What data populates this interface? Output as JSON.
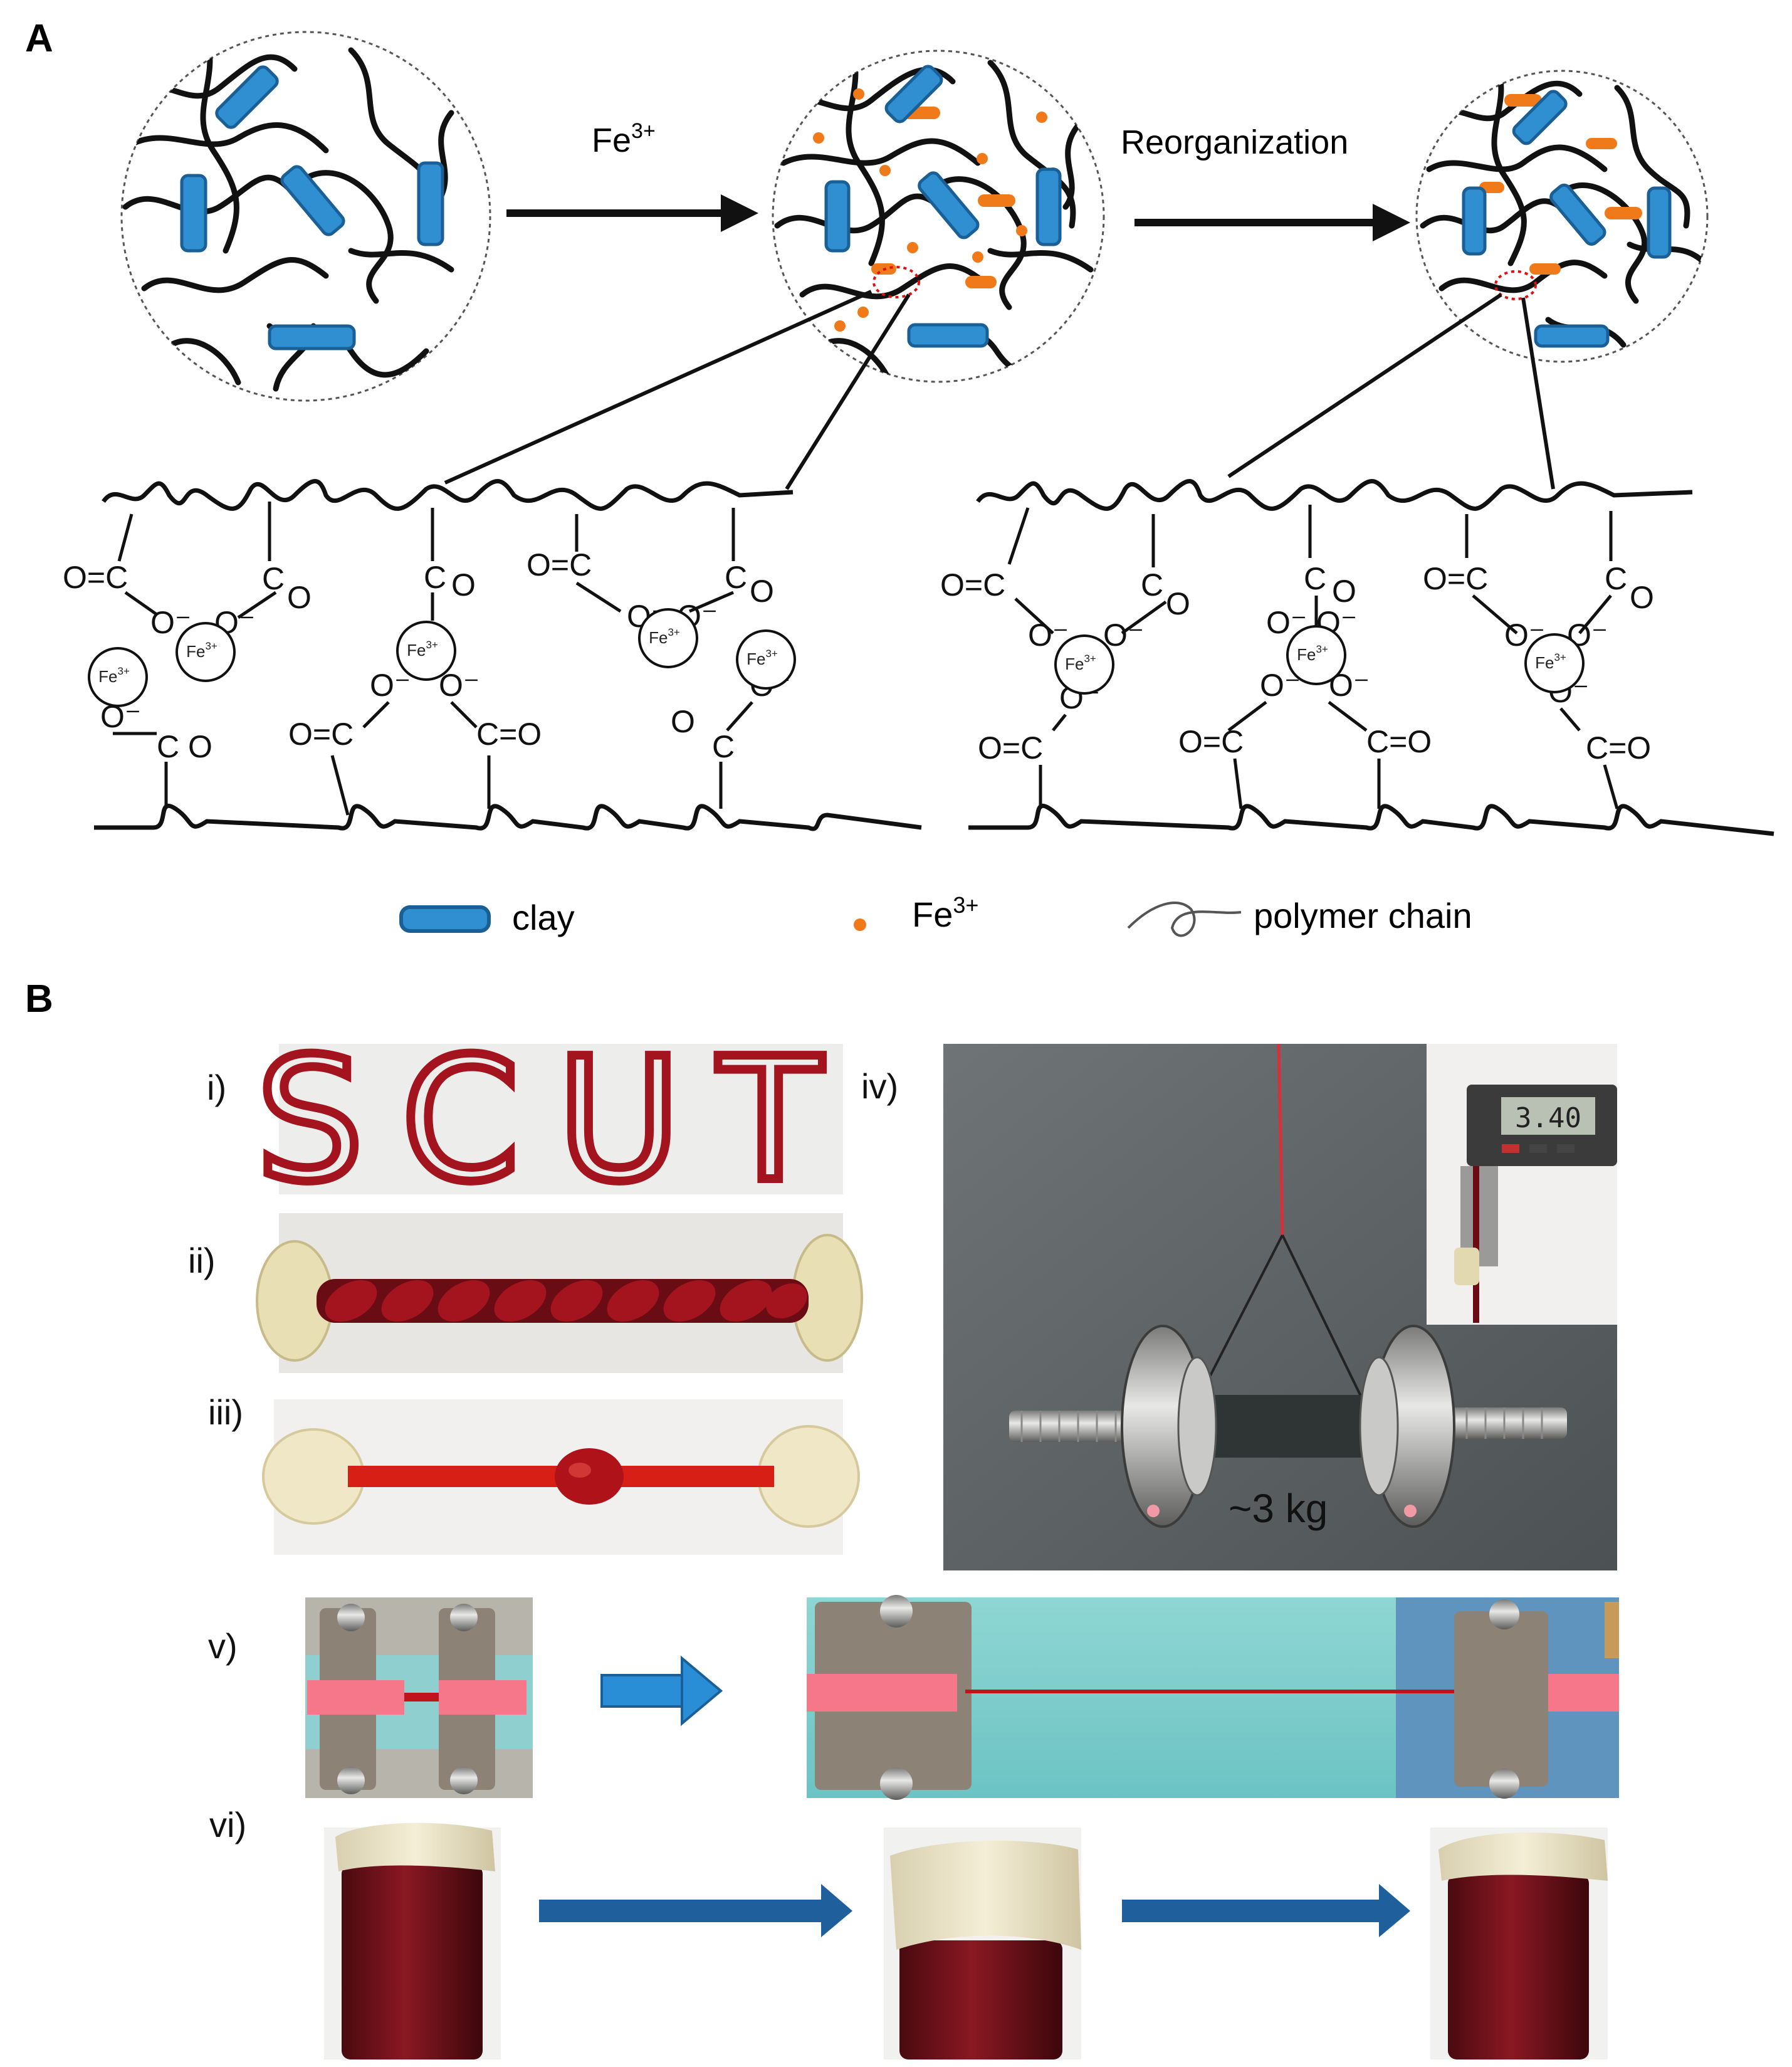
{
  "panelA": {
    "label": "A",
    "step1_label": "Fe",
    "step1_sup": "3+",
    "step2_label": "Reorganization",
    "legend": {
      "clay": "clay",
      "fe": "Fe",
      "fe_sup": "3+",
      "polymer": "polymer chain"
    },
    "fe_ion": "Fe",
    "fe_ion_sup": "3+",
    "carbonyl": "C=O",
    "carbonyl_rev": "O=C",
    "c_letter": "C",
    "o_letter": "O",
    "o_minus": "O⁻"
  },
  "panelB": {
    "label": "B",
    "sub_i": "i)",
    "sub_ii": "ii)",
    "sub_iii": "iii)",
    "sub_iv": "iv)",
    "sub_v": "v)",
    "sub_vi": "vi)",
    "scut": "SCUT",
    "caliper_reading": "3.40",
    "weight_label": "~3 kg"
  },
  "colors": {
    "clay": "#2f8fd0",
    "clay_dark": "#1a5f96",
    "fe": "#f07a1a",
    "gel_red": "#a3141e",
    "gel_bright": "#d81f16",
    "arrow_blue": "#1f5f9c",
    "arrow_blue_light": "#2a8ed6"
  }
}
